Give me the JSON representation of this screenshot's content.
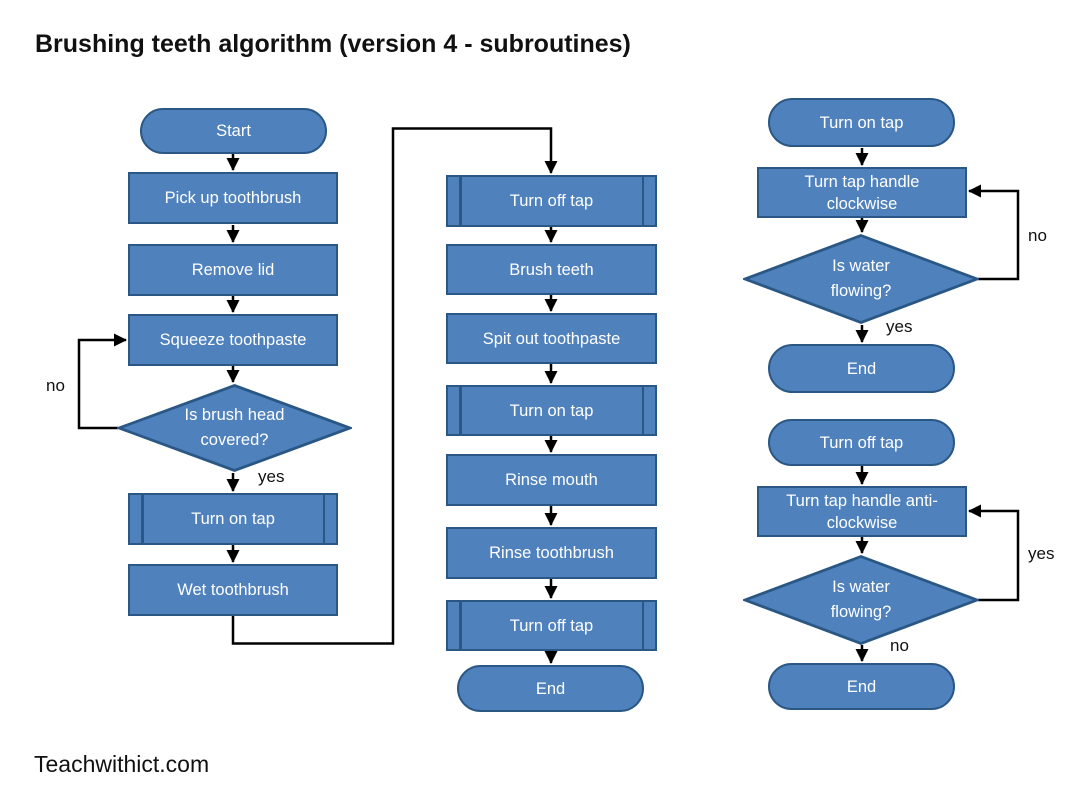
{
  "title": "Brushing teeth algorithm (version 4 - subroutines)",
  "footer": "Teachwithict.com",
  "colors": {
    "node_fill": "#4f81bd",
    "node_border": "#2a5784",
    "connector": "#000000",
    "node_text": "#ffffff"
  },
  "main_flow": {
    "start": "Start",
    "pick_up_toothbrush": "Pick up toothbrush",
    "remove_lid": "Remove lid",
    "squeeze_toothpaste": "Squeeze toothpaste",
    "is_brush_head_covered": "Is brush head covered?",
    "no_label": "no",
    "yes_label": "yes",
    "turn_on_tap_call_1": "Turn on tap",
    "wet_toothbrush": "Wet toothbrush",
    "turn_off_tap_call_1": "Turn off tap",
    "brush_teeth": "Brush teeth",
    "spit_out_toothpaste": "Spit out toothpaste",
    "turn_on_tap_call_2": "Turn on tap",
    "rinse_mouth": "Rinse mouth",
    "rinse_toothbrush": "Rinse toothbrush",
    "turn_off_tap_call_2": "Turn off tap",
    "end": "End"
  },
  "turn_on_tap_subroutine": {
    "start": "Turn on tap",
    "turn_tap_handle_clockwise": "Turn tap handle clockwise",
    "is_water_flowing": "Is water flowing?",
    "no_label": "no",
    "yes_label": "yes",
    "end": "End"
  },
  "turn_off_tap_subroutine": {
    "start": "Turn off tap",
    "turn_tap_handle_anticlockwise": "Turn tap handle anti-clockwise",
    "is_water_flowing": "Is water flowing?",
    "yes_label": "yes",
    "no_label": "no",
    "end": "End"
  }
}
